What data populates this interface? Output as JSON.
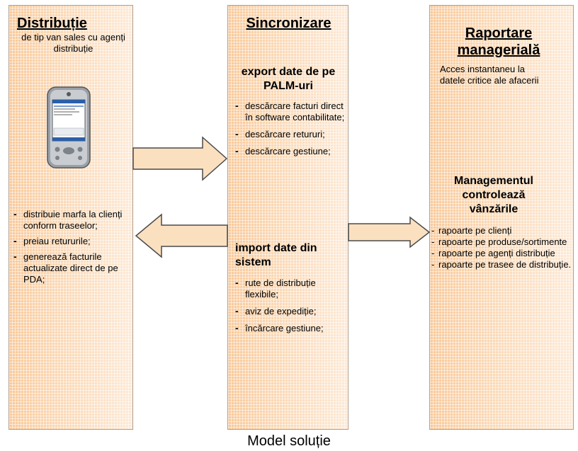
{
  "panels": {
    "distributie": {
      "title": "Distribuție",
      "description": "de tip van sales cu agenți distribuție",
      "bullets": [
        "distribuie marfa la clienți conform traseelor;",
        "preiau retururile;",
        "generează facturile actualizate direct de pe PDA;"
      ]
    },
    "sincronizare": {
      "title": "Sincronizare",
      "export_heading": "export date de pe PALM-uri",
      "export_bullets": [
        "descărcare facturi direct în software contabilitate;",
        "descărcare retururi;",
        "descărcare gestiune;"
      ],
      "import_heading": "import date din sistem",
      "import_bullets": [
        "rute de distribuție flexibile;",
        "aviz de expediție;",
        "încărcare gestiune;"
      ]
    },
    "raportare": {
      "title": "Raportare managerială",
      "description": "Acces instantaneu la datele critice ale afacerii",
      "subheading": "Managementul controlează vânzările",
      "bullets": [
        "rapoarte pe clienți",
        "rapoarte pe produse/sortimente",
        "rapoarte pe agenți distribuție",
        "rapoarte pe trasee de distribuție."
      ]
    }
  },
  "caption": "Model soluție",
  "colors": {
    "panel_fill": "#fbe3c8",
    "panel_fill_dark": "#f9c99a",
    "arrow_fill": "#fbe0c0",
    "arrow_stroke": "#4a4a4a"
  }
}
